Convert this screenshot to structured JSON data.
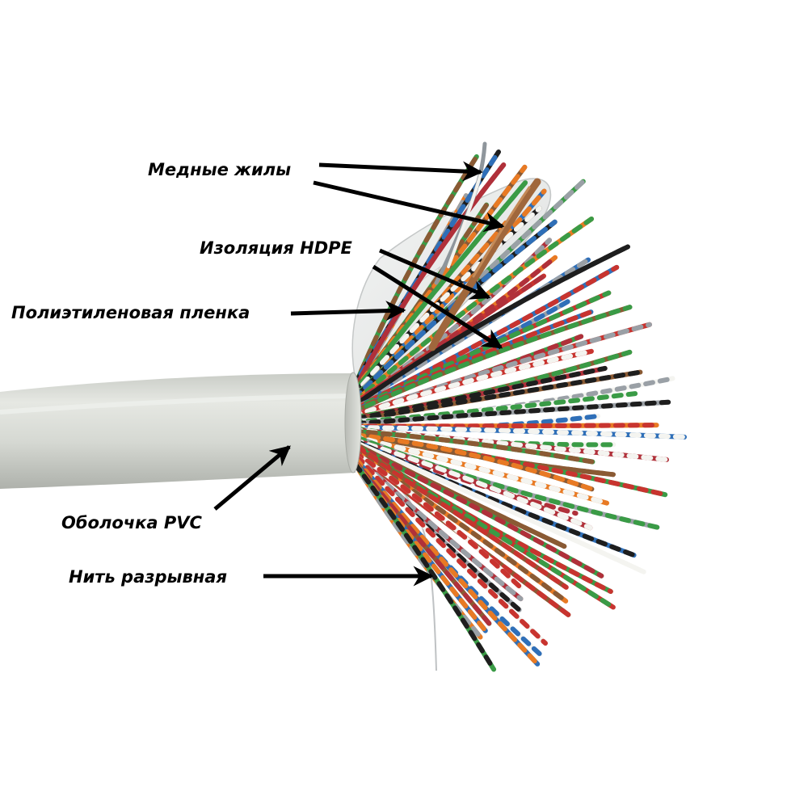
{
  "labels": {
    "copper_cores": "Медные жилы",
    "hdpe_insulation": "Изоляция HDPE",
    "polyethylene_film": "Полиэтиленовая пленка",
    "pvc_sheath": "Оболочка PVC",
    "rip_cord": "Нить разрывная"
  },
  "colors": {
    "sheath": "#d9dcd6",
    "arrow": "#000000",
    "wire_palette": [
      "#c8342f",
      "#2f6fb8",
      "#e87a24",
      "#3a9b46",
      "#8a5a34",
      "#f4f4f0",
      "#1e1e1e",
      "#9aa0a6",
      "#b0303a"
    ]
  }
}
